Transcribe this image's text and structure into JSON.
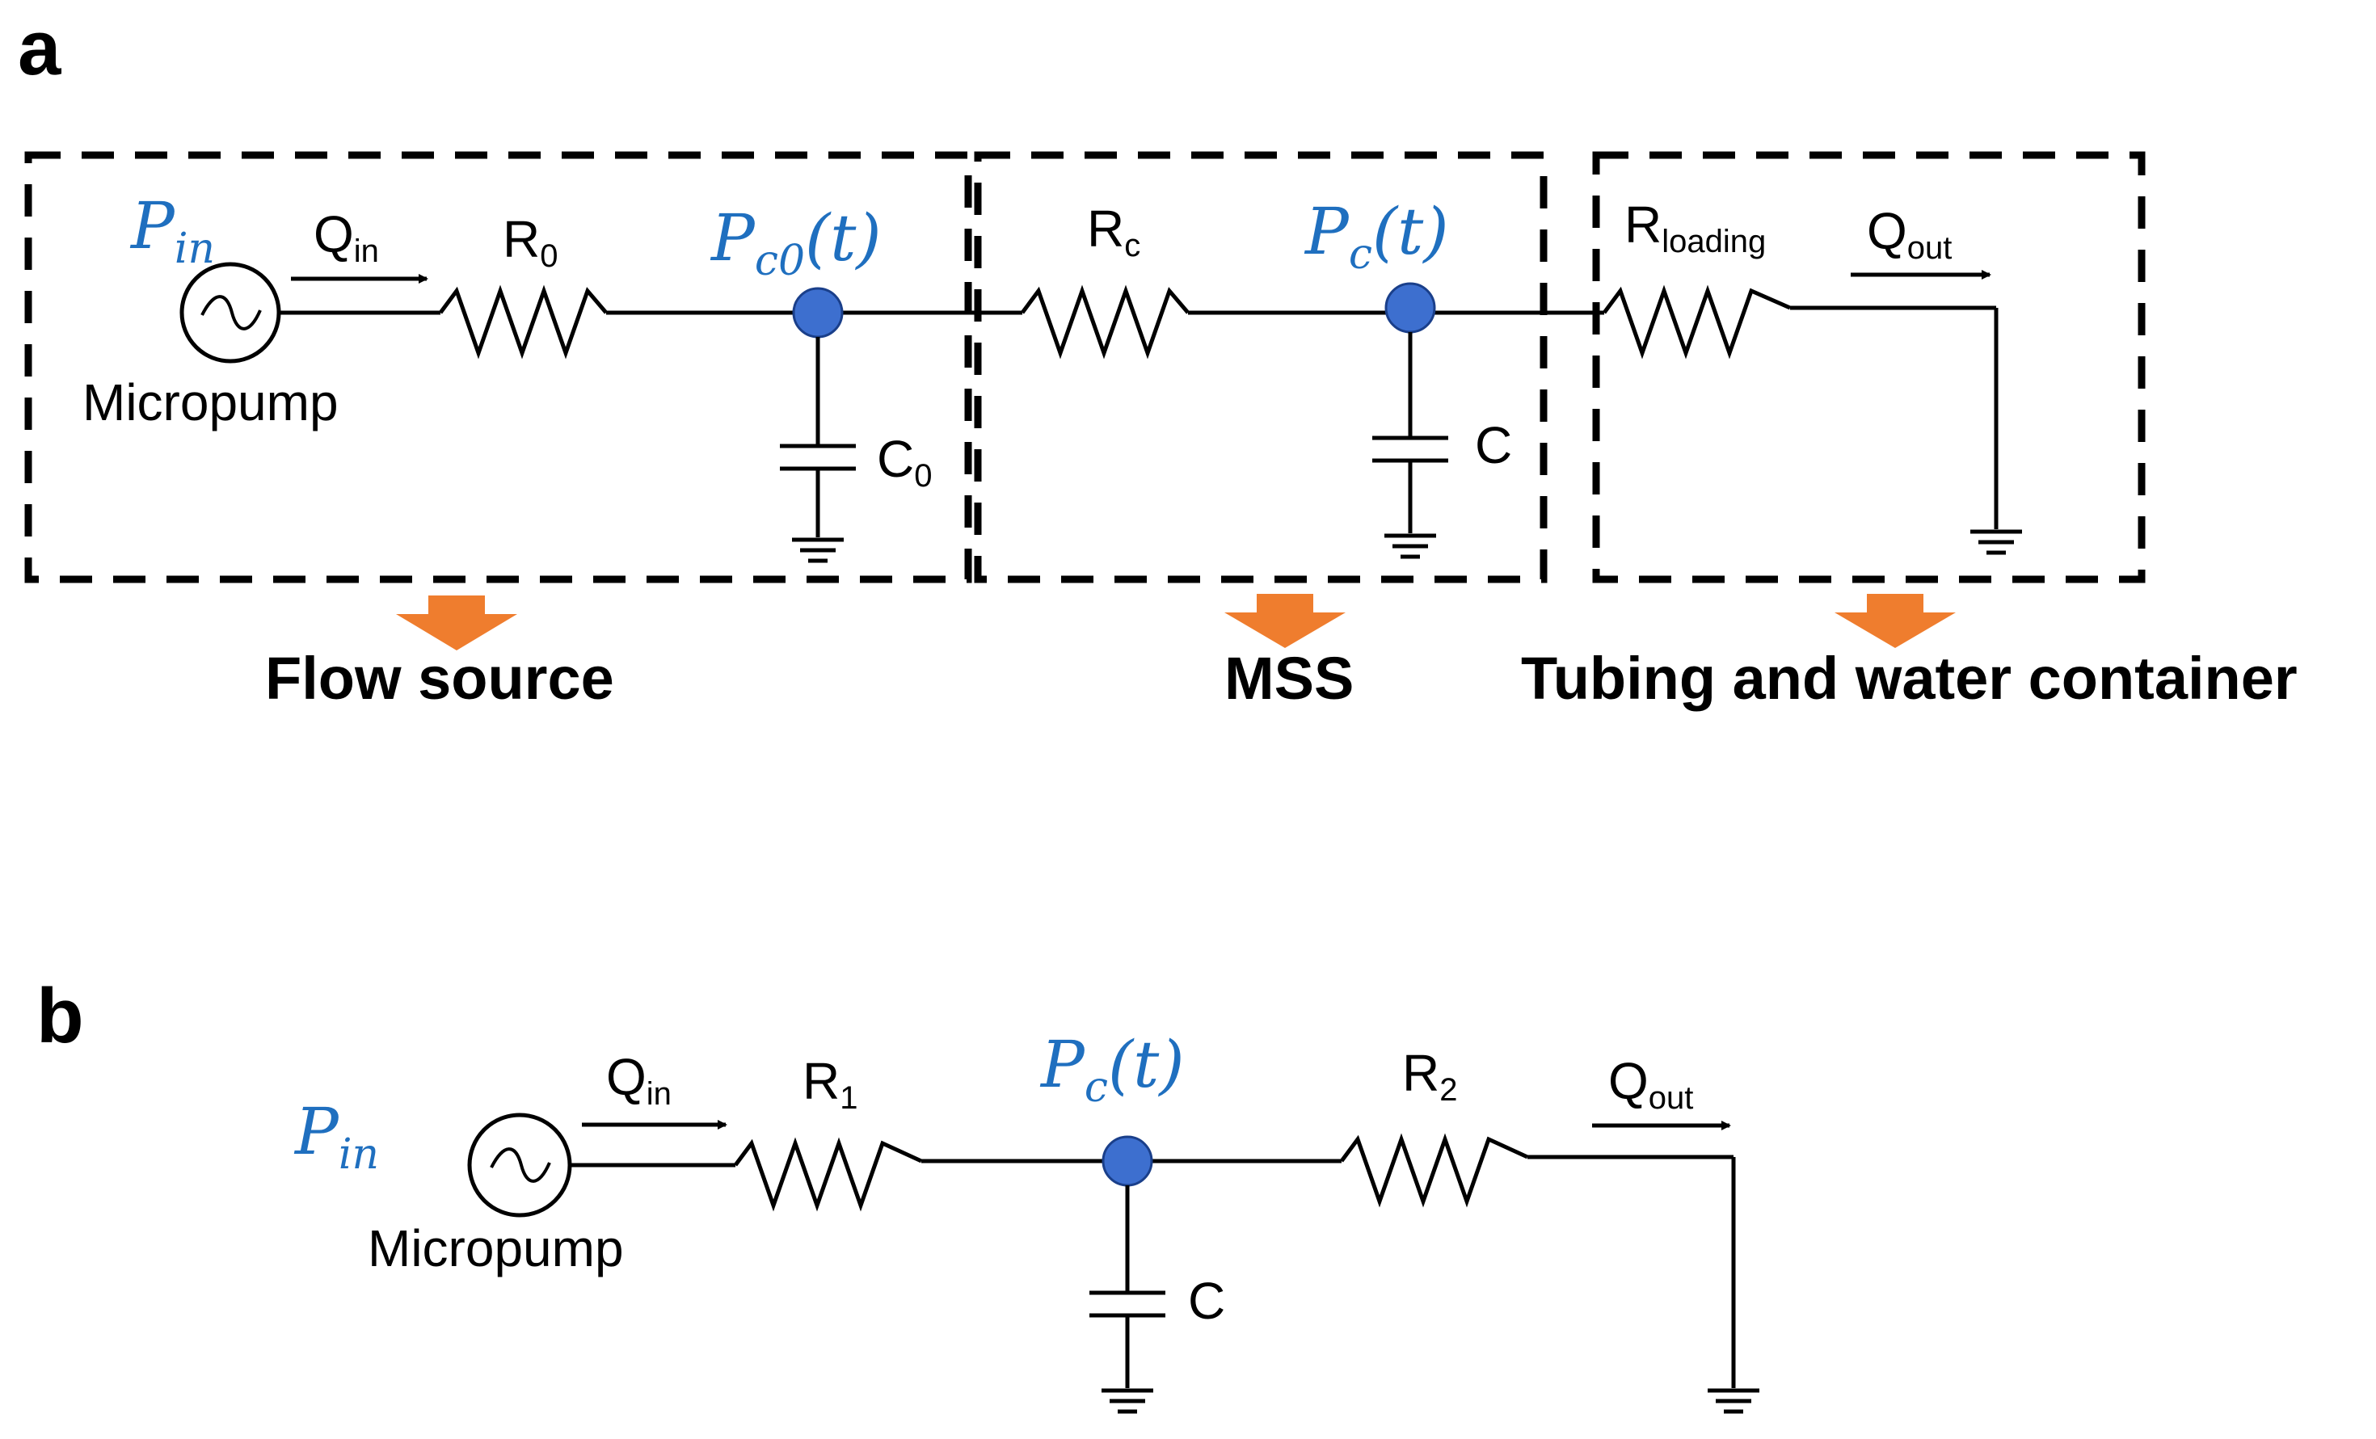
{
  "panel_a": {
    "label": "a",
    "source_pressure": {
      "main": "P",
      "sub": "in"
    },
    "flow_in": {
      "main": "Q",
      "sub": "in"
    },
    "pump_label": "Micropump",
    "r0": {
      "main": "R",
      "sub": "0"
    },
    "node0": {
      "main": "P",
      "sub": "c0",
      "arg": "(t)"
    },
    "c0": {
      "main": "C",
      "sub": "0"
    },
    "rc": {
      "main": "R",
      "sub": "c"
    },
    "node1": {
      "main": "P",
      "sub": "c",
      "arg": "(t)"
    },
    "c": "C",
    "rloading": {
      "main": "R",
      "sub": "loading"
    },
    "flow_out": {
      "main": "Q",
      "sub": "out"
    },
    "section_labels": [
      "Flow source",
      "MSS",
      "Tubing and water container"
    ]
  },
  "panel_b": {
    "label": "b",
    "source_pressure": {
      "main": "P",
      "sub": "in"
    },
    "flow_in": {
      "main": "Q",
      "sub": "in"
    },
    "pump_label": "Micropump",
    "r1": {
      "main": "R",
      "sub": "1"
    },
    "node": {
      "main": "P",
      "sub": "c",
      "arg": "(t)"
    },
    "c": "C",
    "r2": {
      "main": "R",
      "sub": "2"
    },
    "flow_out": {
      "main": "Q",
      "sub": "out"
    }
  },
  "colors": {
    "node": "#3d6fcf",
    "math_text": "#1f6fbf",
    "section_arrow": "#ef7d2e"
  }
}
